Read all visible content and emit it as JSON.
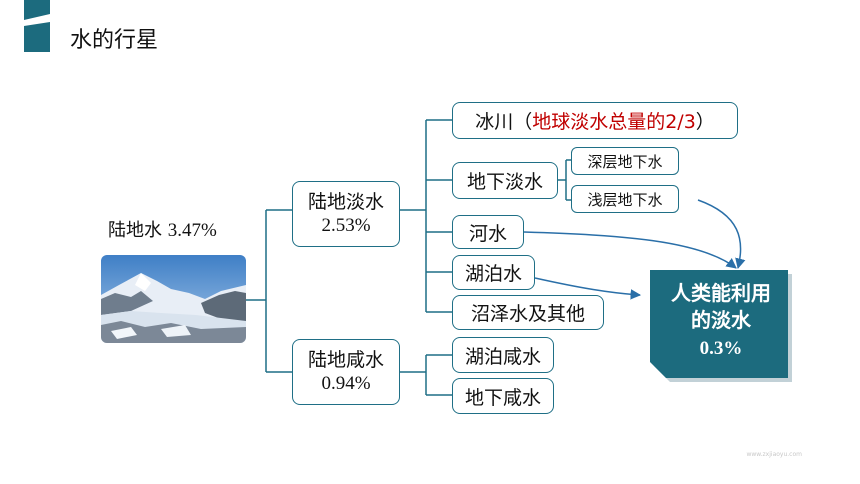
{
  "header": {
    "title": "水的行星"
  },
  "root": {
    "label": "陆地水",
    "value": "3.47%",
    "image": "snow-mountain-glacier-photo"
  },
  "fresh": {
    "label": "陆地淡水",
    "value": "2.53%"
  },
  "saline": {
    "label": "陆地咸水",
    "value": "0.94%"
  },
  "fresh_children": {
    "glacier": {
      "label": "冰川（",
      "note": "地球淡水总量的2/3",
      "close": "）"
    },
    "groundwater": "地下淡水",
    "deep_groundwater": "深层地下水",
    "shallow_groundwater": "浅层地下水",
    "river": "河水",
    "lake": "湖泊水",
    "swamp": "沼泽水及其他"
  },
  "saline_children": {
    "lake": "湖泊咸水",
    "groundwater": "地下咸水"
  },
  "result": {
    "label": "人类能利用的淡水",
    "value": "0.3%"
  },
  "watermark": "www.zxjiaoyu.com",
  "colors": {
    "line": "#1f6f86",
    "result_box": "#1c6b7e",
    "accent_red": "#c00000",
    "arrow": "#2a6fa8"
  }
}
